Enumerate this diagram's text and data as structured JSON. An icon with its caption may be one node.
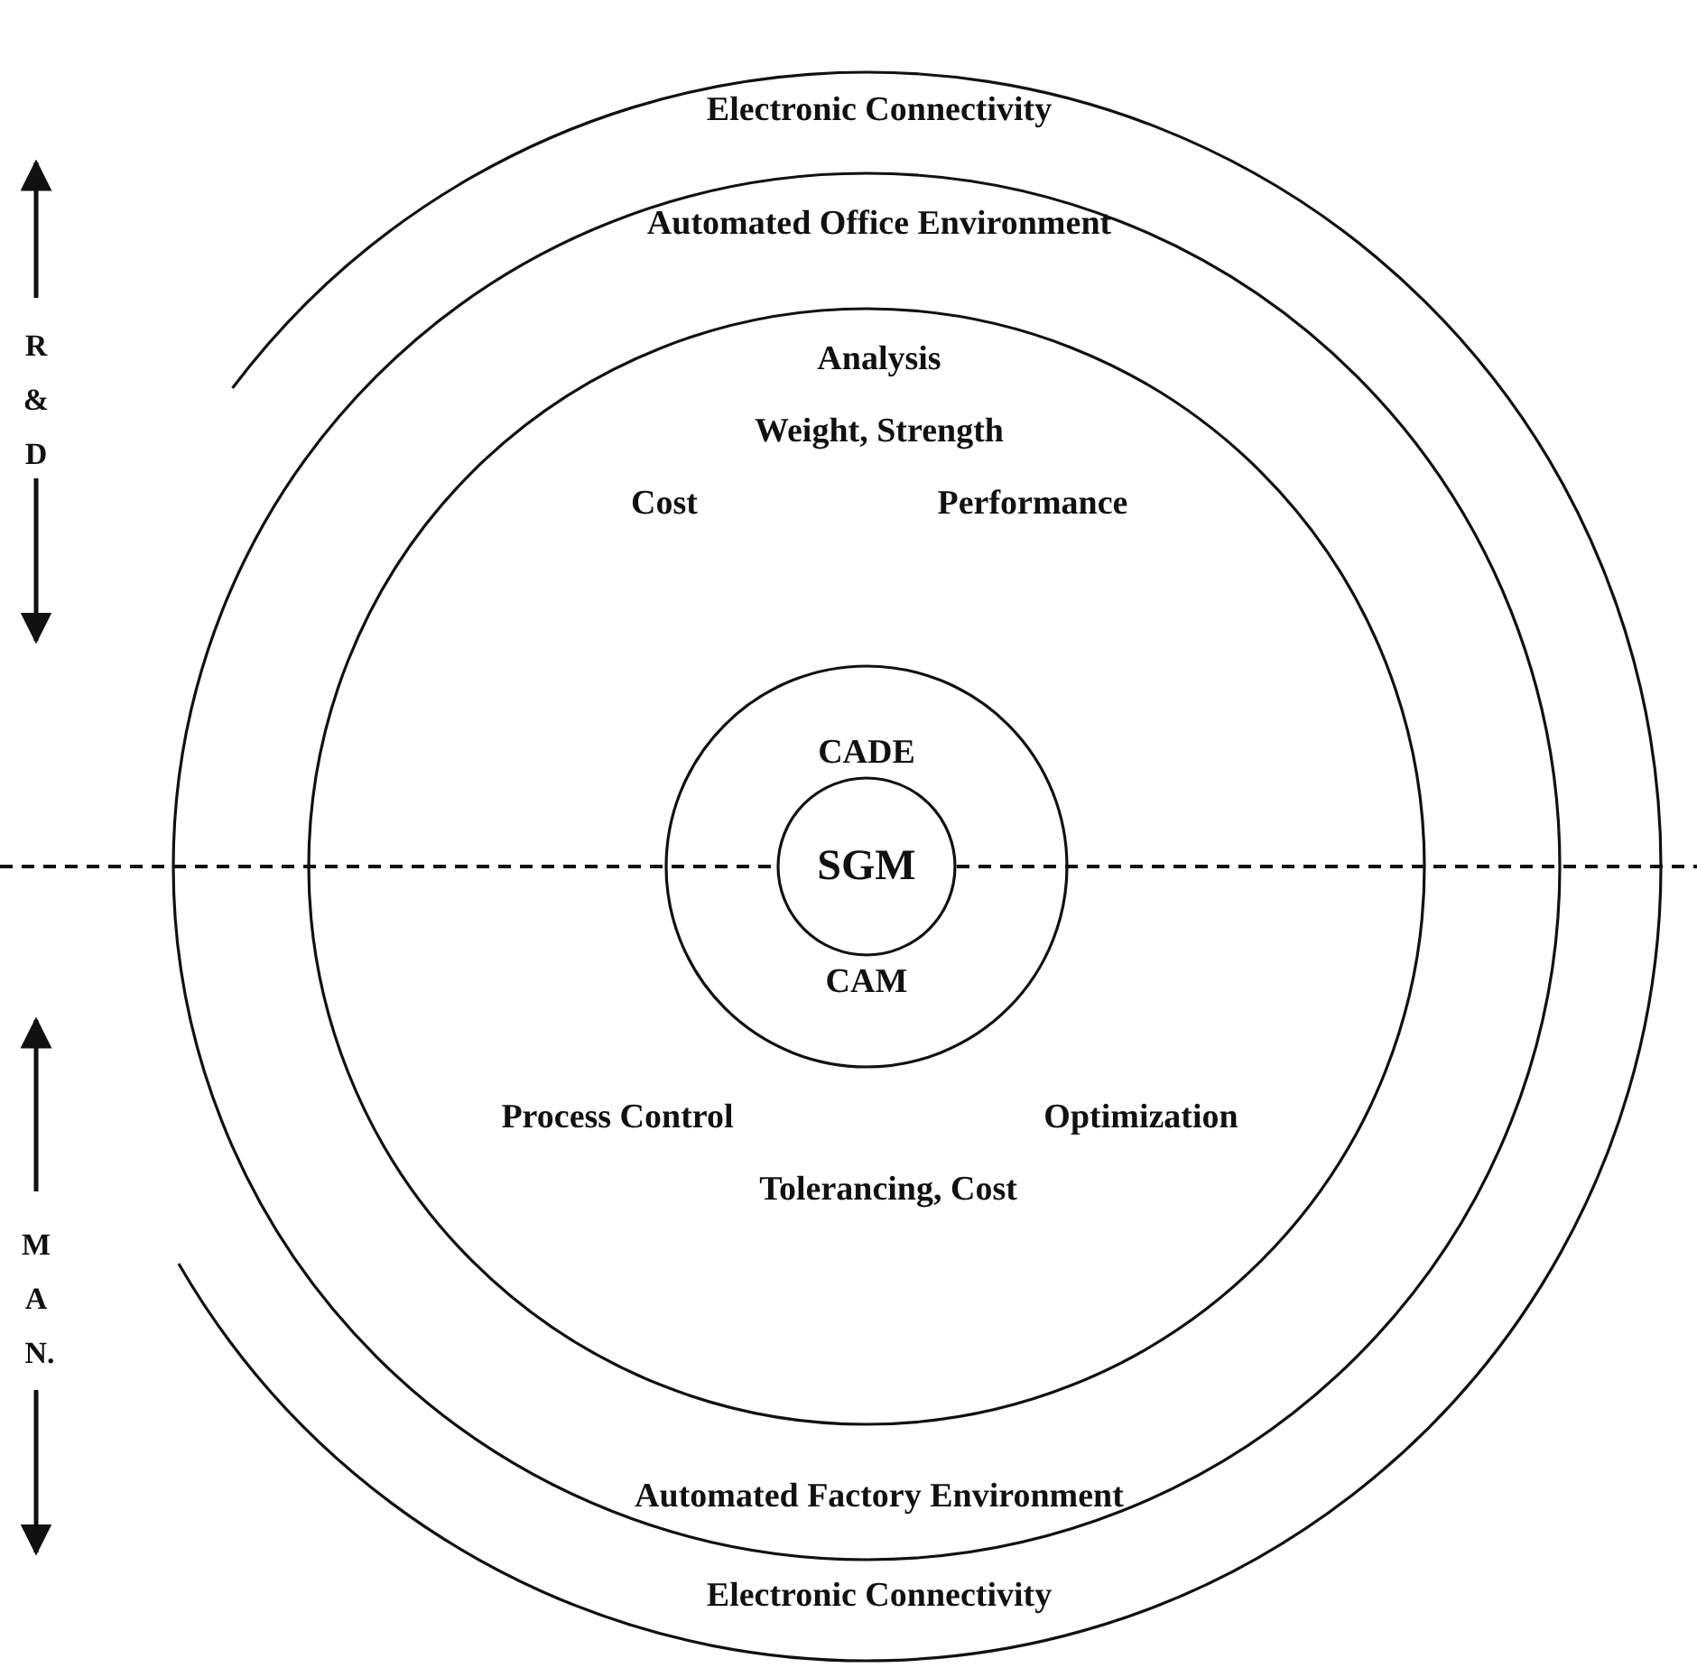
{
  "diagram": {
    "nodes": [
      {
        "text": [
          "Electronic Connectivity",
          "Electronic Connectivity"
        ]
      },
      {
        "text": [
          "Automated Office Environment",
          "Automated Factory Environment"
        ],
        "in": 0
      },
      {
        "text": [
          "Analysis",
          "Weight, Strength",
          "Cost",
          "Performance",
          "Process Control",
          "Optimization",
          "Tolerancing, Cost"
        ],
        "in": 1
      },
      {
        "text": [
          "CADE",
          "CAM"
        ],
        "in": 2
      },
      {
        "text": [
          "SGM"
        ],
        "in": 3
      }
    ],
    "labels": [
      "R",
      "&",
      "D",
      "M",
      "A",
      "N."
    ]
  }
}
